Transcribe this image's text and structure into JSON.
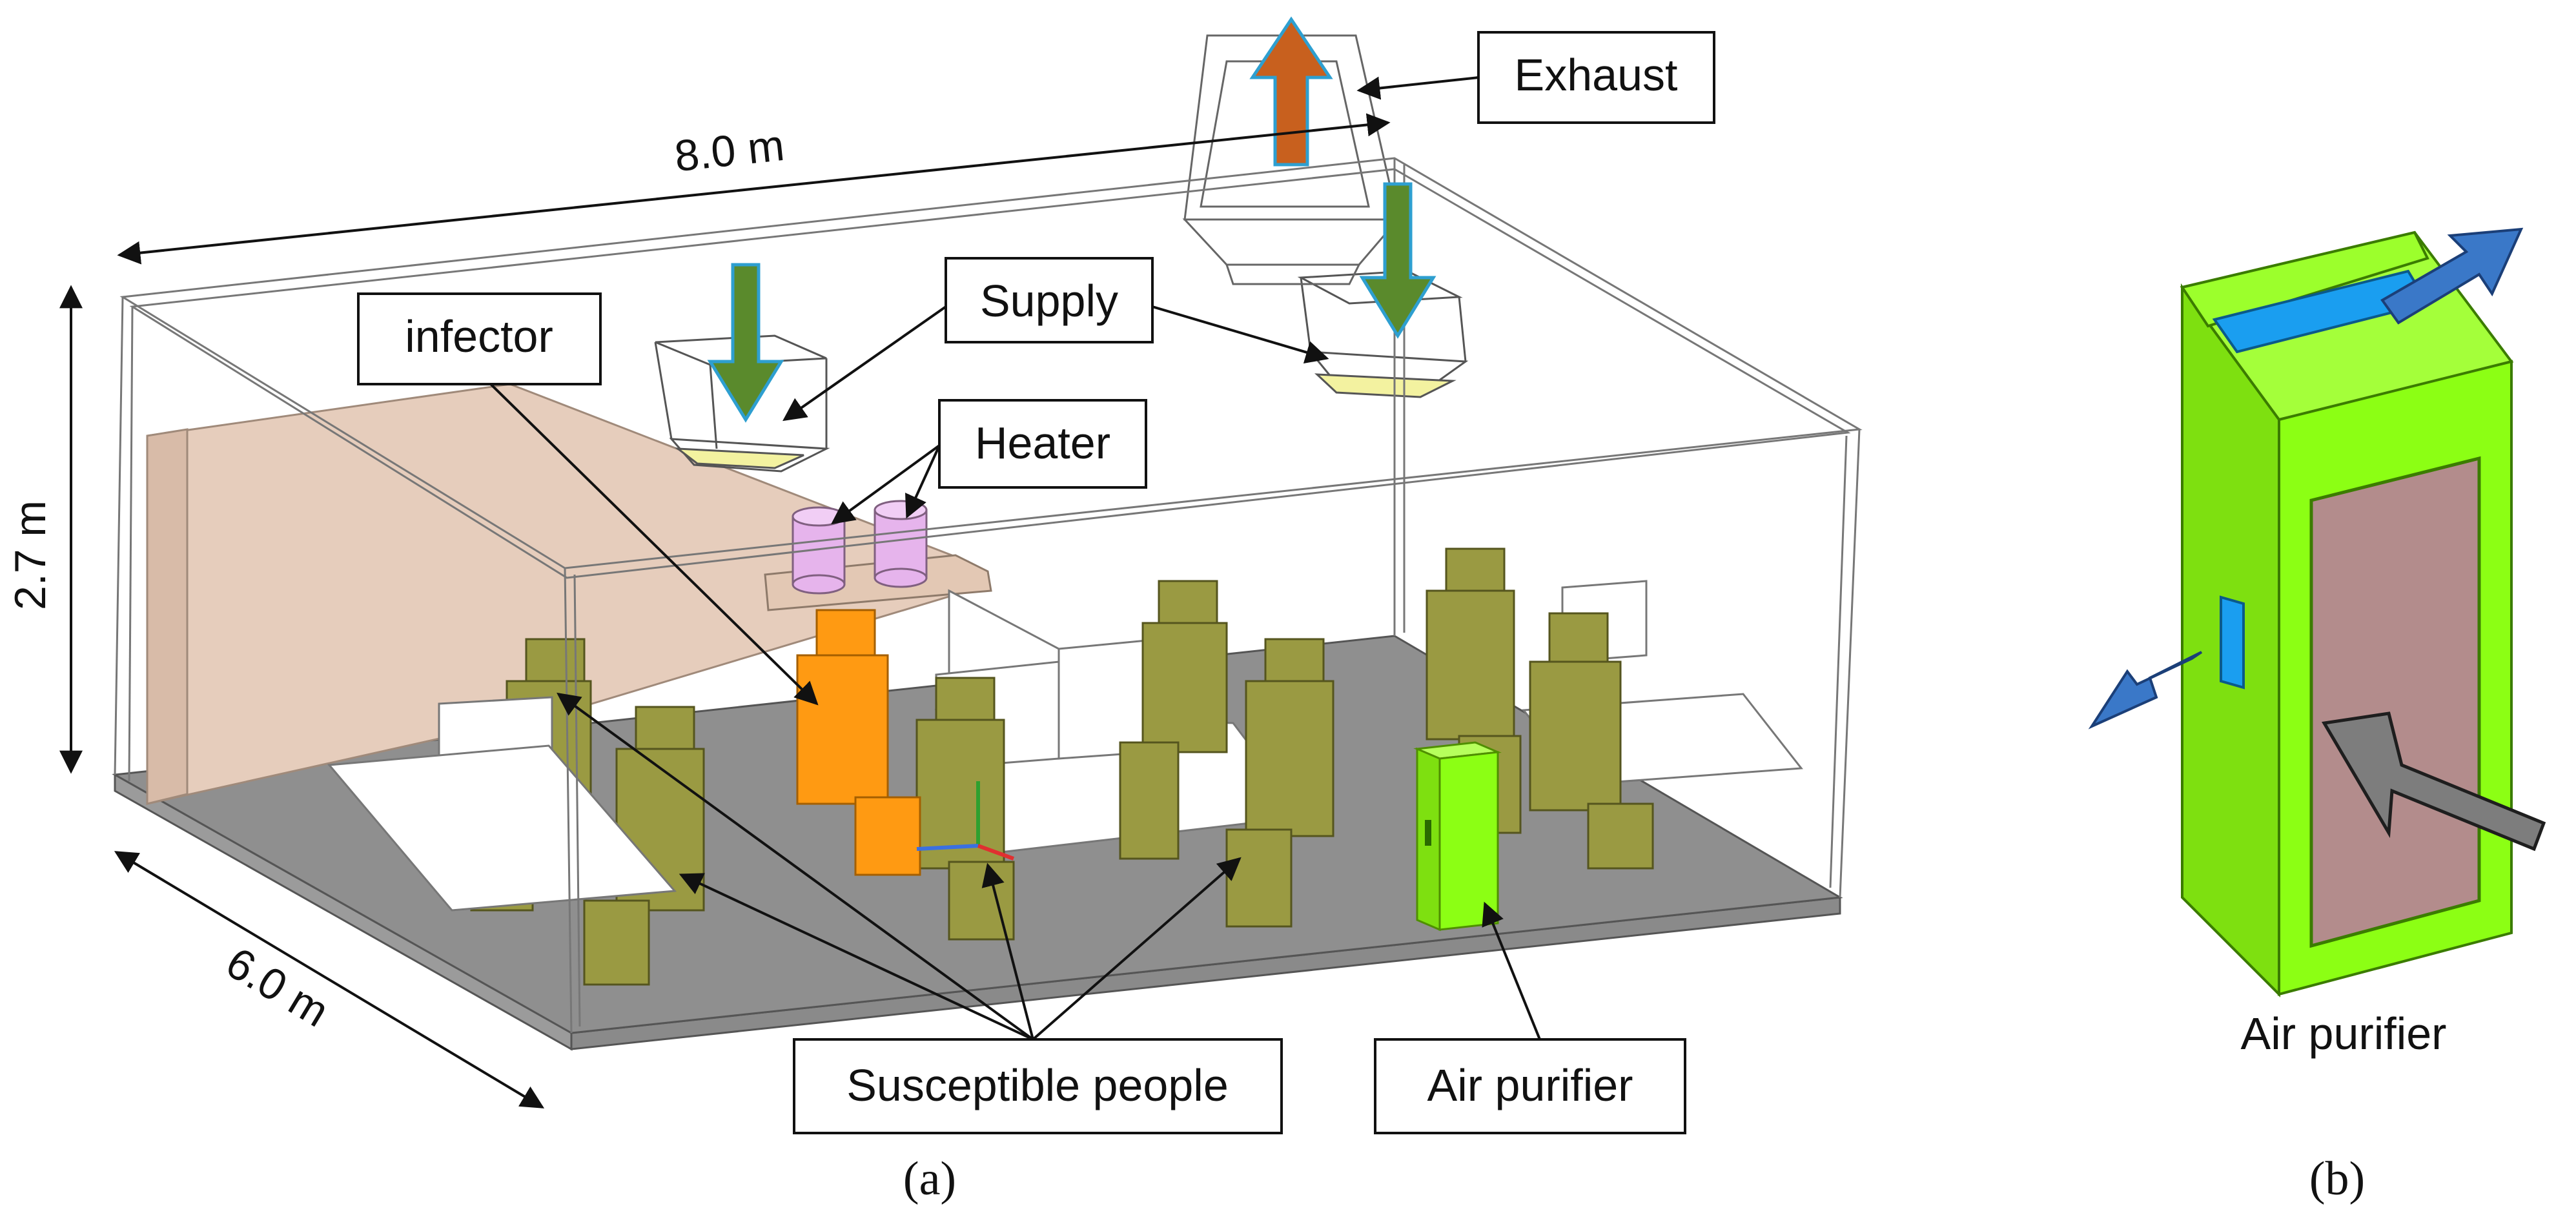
{
  "dimensions": {
    "length": "8.0 m",
    "height": "2.7 m",
    "width": "6.0 m"
  },
  "callouts": {
    "exhaust": "Exhaust",
    "supply": "Supply",
    "infector": "infector",
    "heater": "Heater",
    "susceptible": "Susceptible people",
    "air_purifier": "Air purifier"
  },
  "panels": {
    "a": "(a)",
    "b": "(b)"
  },
  "purifier_caption": "Air purifier",
  "colors": {
    "floor": "#8f8f8f",
    "partition": "#e6cdbc",
    "seat": "#9a9a42",
    "infector": "#ff9a12",
    "purifier": "#8cff14",
    "heater": "#e6b4ec",
    "supply_plate": "#f3f2a0",
    "supply_arrow": "#5a8a2c",
    "exhaust_arrow": "#c8601e",
    "flow_blue": "#3a78c8",
    "inlet_grey": "#7d7d7d",
    "filter_panel": "#b38c8c",
    "vent_blue": "#1a9ef0"
  }
}
